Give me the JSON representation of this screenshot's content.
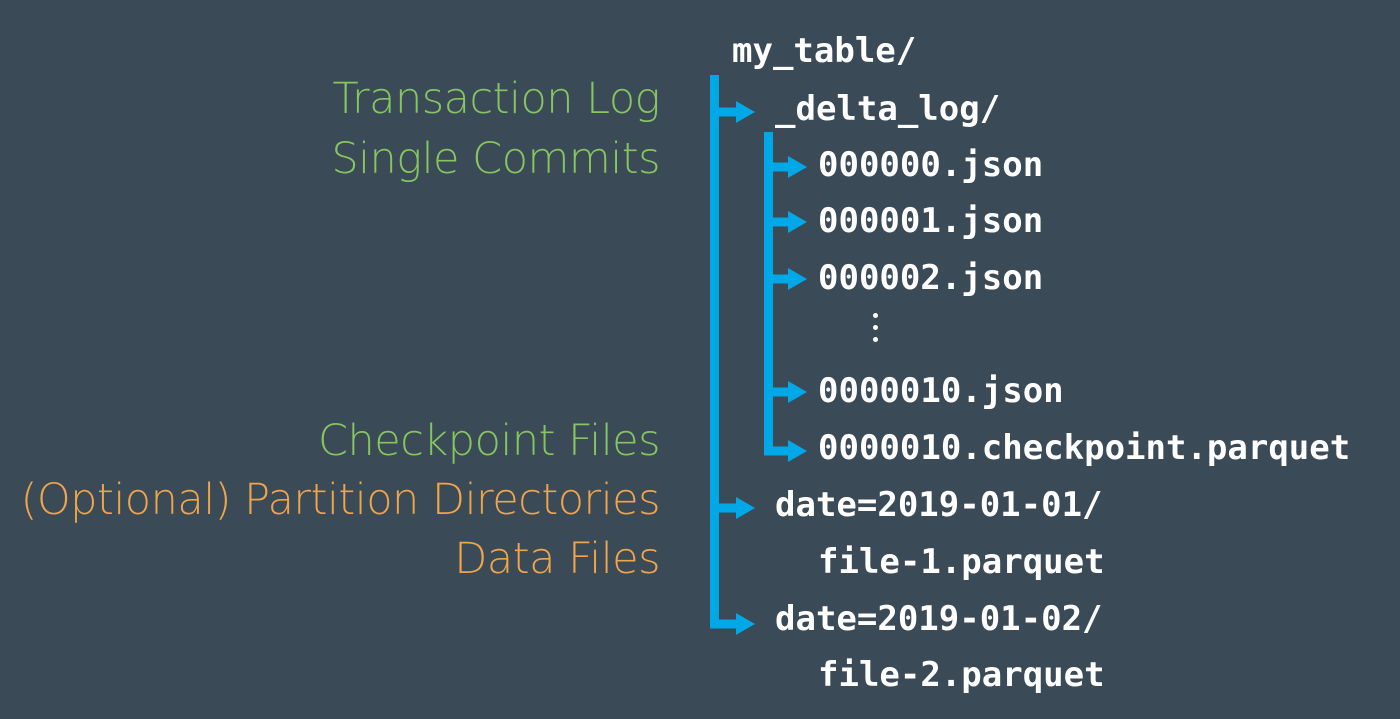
{
  "labels": {
    "transaction_log": "Transaction Log",
    "single_commits": "Single Commits",
    "checkpoint_files": "Checkpoint Files",
    "partition_directories": "(Optional) Partition Directories",
    "data_files": "Data Files"
  },
  "tree": {
    "root": "my_table/",
    "delta_log": "_delta_log/",
    "commits": [
      "000000.json",
      "000001.json",
      "000002.json"
    ],
    "ellipsis": "⋮",
    "last_commit": "0000010.json",
    "checkpoint": "0000010.checkpoint.parquet",
    "partitions": [
      {
        "dir": "date=2019-01-01/",
        "file": "file-1.parquet"
      },
      {
        "dir": "date=2019-01-02/",
        "file": "file-2.parquet"
      }
    ]
  },
  "colors": {
    "background": "#3b4a57",
    "green_label": "#86c55f",
    "orange_label": "#f0a54a",
    "tree_line": "#00a8e8",
    "text": "#ffffff"
  }
}
